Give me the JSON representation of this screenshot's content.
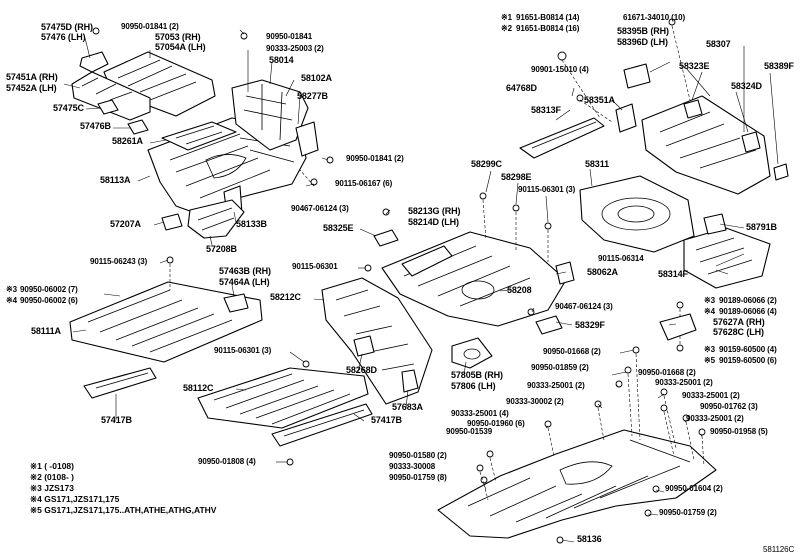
{
  "callouts": {
    "p57475d": "57475D (RH)",
    "p57476": "57476 (LH)",
    "p90950_01841_2": "90950-01841 (2)",
    "p57053": "57053 (RH)",
    "p57054a": "57054A (LH)",
    "p90950_01841": "90950-01841",
    "p90333_25003": "90333-25003 (2)",
    "p58014": "58014",
    "p57451a": "57451A (RH)",
    "p57452a": "57452A (LH)",
    "p58102a": "58102A",
    "p57475c": "57475C",
    "p58277b": "58277B",
    "p57476b": "57476B",
    "p58261a": "58261A",
    "p90950_01841_2b": "90950-01841 (2)",
    "p58113a": "58113A",
    "p90115_06167": "90115-06167 (6)",
    "p57207a": "57207A",
    "p58133b": "58133B",
    "p57208b": "57208B",
    "p90115_06243": "90115-06243 (3)",
    "p57463b": "57463B (RH)",
    "p57464a": "57464A (LH)",
    "p90950_06002_7": "90950-06002 (7)",
    "p90950_06002_6": "90950-06002 (6)",
    "p58111a": "58111A",
    "p58212c": "58212C",
    "p90115_06301_3": "90115-06301 (3)",
    "p58268d": "58268D",
    "p58112c": "58112C",
    "p57417b_a": "57417B",
    "p57417b_b": "57417B",
    "p57683a": "57683A",
    "p90950_01808": "90950-01808 (4)",
    "p91651_b0814": "91651-B0814 (14)",
    "p91651_b0814_16": "91651-B0814 (16)",
    "p61671_34010": "61671-34010 (10)",
    "p58395b": "58395B (RH)",
    "p58396d": "58396D (LH)",
    "p58307": "58307",
    "p90901_15010": "90901-15010 (4)",
    "p58323e": "58323E",
    "p58389f": "58389F",
    "p64768d": "64768D",
    "p58324d": "58324D",
    "p58351a": "58351A",
    "p58313f": "58313F",
    "p58299c": "58299C",
    "p58311": "58311",
    "p58298e": "58298E",
    "p90115_06301_3b": "90115-06301 (3)",
    "p90467_06124_3": "90467-06124 (3)",
    "p58213g": "58213G (RH)",
    "p58214d": "58214D (LH)",
    "p58325e": "58325E",
    "p58791b": "58791B",
    "p90115_06314": "90115-06314",
    "p58314f": "58314F",
    "p90115_06301": "90115-06301",
    "p58062a": "58062A",
    "p58208": "58208",
    "p90467_06124_3b": "90467-06124 (3)",
    "p90189_06066_2": "90189-06066 (2)",
    "p90189_06066_4": "90189-06066 (4)",
    "p58329f": "58329F",
    "p57627a": "57627A (RH)",
    "p57628c": "57628C (LH)",
    "p90159_60500_4": "90159-60500 (4)",
    "p90159_60500_6": "90159-60500 (6)",
    "p57805b": "57805B (RH)",
    "p57806": "57806 (LH)",
    "p90950_01668_2": "90950-01668 (2)",
    "p90950_01859": "90950-01859 (2)",
    "p90950_01668_2b": "90950-01668 (2)",
    "p90333_25001_2": "90333-25001 (2)",
    "p90333_25001_2b": "90333-25001 (2)",
    "p90333_30002": "90333-30002 (2)",
    "p90333_25001_2c": "90333-25001 (2)",
    "p90333_25001_4": "90333-25001 (4)",
    "p90950_01762": "90950-01762 (3)",
    "p90950_01960": "90950-01960 (6)",
    "p90950_01539": "90950-01539",
    "p90333_25001_2d": "90333-25001 (2)",
    "p90950_01958": "90950-01958 (5)",
    "p90950_01580": "90950-01580 (2)",
    "p90333_30008": "90333-30008",
    "p90950_01759_8": "90950-01759 (8)",
    "p90950_01604": "90950-01604 (2)",
    "p90950_01759_2": "90950-01759 (2)",
    "p58136": "58136"
  },
  "marks": {
    "m1": "※1",
    "m2": "※2",
    "m3": "※3",
    "m4": "※4",
    "m5": "※5"
  },
  "notes": [
    "※1 (       -0108)",
    "※2 (0108-       )",
    "※3 JZS173",
    "※4 GS171,JZS171,175",
    "※5 GS171,JZS171,175..ATH,ATHE,ATHG,ATHV"
  ],
  "figure_code": "581126C"
}
